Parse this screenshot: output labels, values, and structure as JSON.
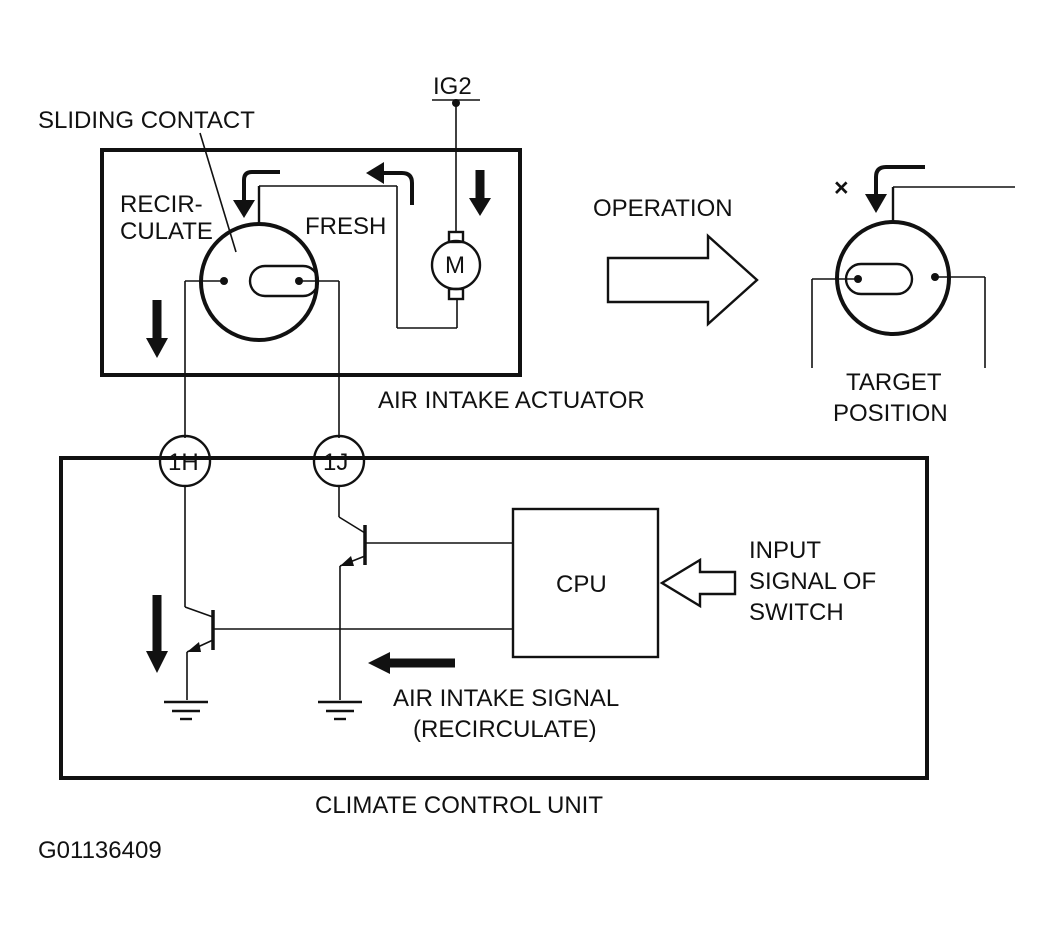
{
  "labels": {
    "ig2": "IG2",
    "sliding_contact": "SLIDING CONTACT",
    "recirculate_line1": "RECIR-",
    "recirculate_line2": "CULATE",
    "fresh": "FRESH",
    "motor": "M",
    "operation": "OPERATION",
    "air_intake_actuator": "AIR INTAKE ACTUATOR",
    "target_position_line1": "TARGET",
    "target_position_line2": "POSITION",
    "x_mark": "×",
    "terminal_1h": "1H",
    "terminal_1j": "1J",
    "cpu": "CPU",
    "input_signal_line1": "INPUT",
    "input_signal_line2": "SIGNAL OF",
    "input_signal_line3": "SWITCH",
    "air_intake_signal_line1": "AIR INTAKE SIGNAL",
    "air_intake_signal_line2": "(RECIRCULATE)",
    "climate_control_unit": "CLIMATE CONTROL UNIT",
    "figure_code": "G01136409"
  }
}
